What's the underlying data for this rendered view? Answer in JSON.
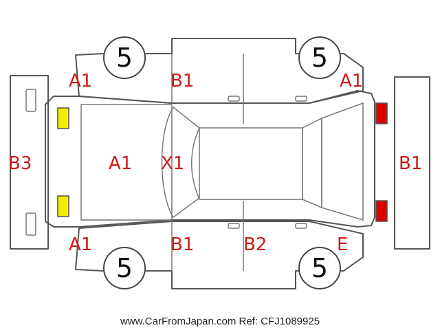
{
  "wheels": {
    "front_left": "5",
    "front_right": "5",
    "rear_left": "5",
    "rear_right": "5"
  },
  "codes": {
    "front_left_fender": "A1",
    "front_left_door": "B1",
    "front_right_fender": "A1",
    "front_bumper": "B3",
    "hood": "A1",
    "windshield": "X1",
    "rear_bumper": "B1",
    "rear_left_fender": "A1",
    "rear_left_door": "B1",
    "rear_right_door": "B2",
    "rear_right_fender": "E"
  },
  "colors": {
    "front_lamps": "#f2ee00",
    "rear_lamps": "#dd0000",
    "code_text": "#cc1a1a"
  },
  "footer": "www.CarFromJapan.com Ref: CFJ1089925"
}
